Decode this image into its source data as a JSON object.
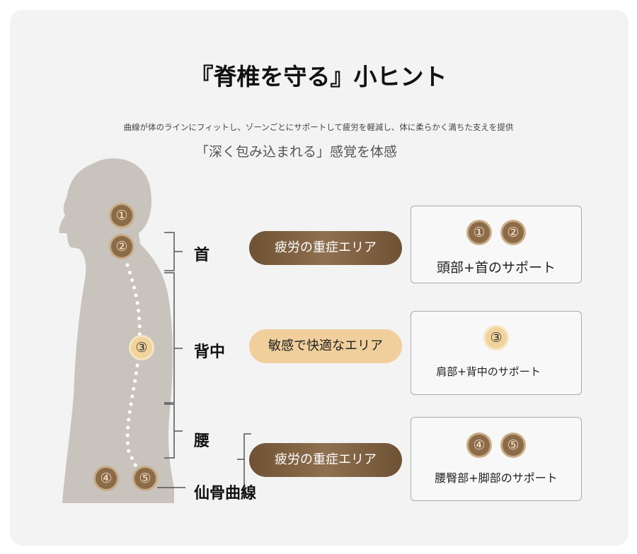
{
  "title": "『脊椎を守る』小ヒント",
  "subtitle": "曲線が体のラインにフィットし、ゾーンごとにサポートして疲労を軽減し、体に柔らかく満ちた支えを提供",
  "tagline": "「深く包み込まれる」感覚を体感",
  "markers": [
    "①",
    "②",
    "③",
    "④",
    "⑤"
  ],
  "body_labels": {
    "neck": "首",
    "back": "背中",
    "waist": "腰",
    "sacrum": "仙骨曲線"
  },
  "zones": [
    {
      "label": "疲労の重症エリア",
      "support": "頭部+首のサポート",
      "numbers": [
        "①",
        "②"
      ]
    },
    {
      "label": "敏感で快適なエリア",
      "support": "肩部+背中のサポート",
      "numbers": [
        "③"
      ]
    },
    {
      "label": "疲労の重症エリア",
      "support": "腰臀部+脚部のサポート",
      "numbers": [
        "④",
        "⑤"
      ]
    }
  ],
  "colors": {
    "dark": "#7a5c3e",
    "tan": "#f0cf9c",
    "silhouette": "#c8c3bc"
  }
}
